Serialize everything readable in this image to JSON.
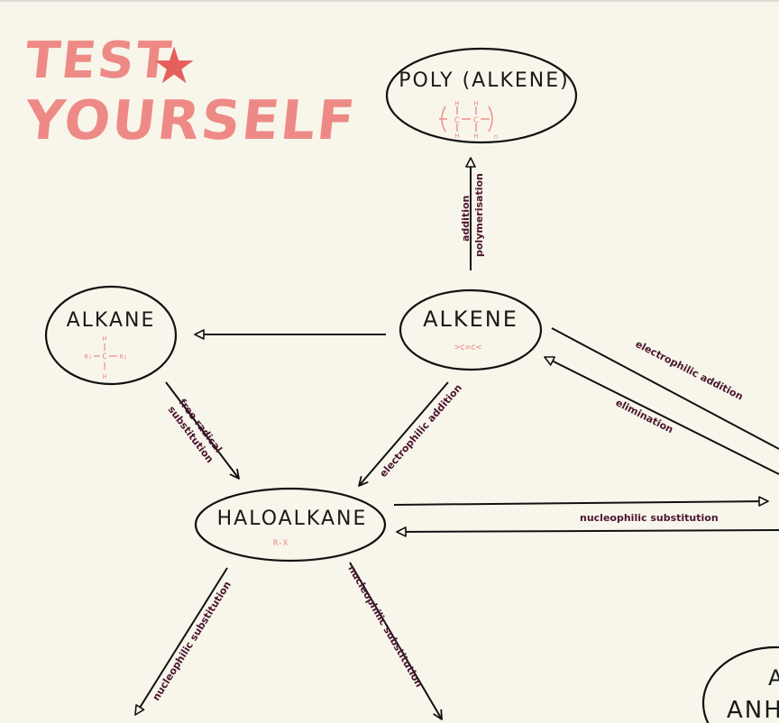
{
  "title": {
    "line1": "TEST",
    "line2": "YOURSELF",
    "star": "★"
  },
  "nodes": {
    "polyalkene": {
      "label": "POLY (ALKENE)"
    },
    "alkane": {
      "label": "ALKANE",
      "formula_center": "C",
      "formula_left": "R₁",
      "formula_right": "R₂",
      "formula_top": "H",
      "formula_bottom": "H"
    },
    "alkene": {
      "label": "ALKENE",
      "formula": ">c=c<"
    },
    "haloalkane": {
      "label": "HALOALKANE",
      "formula": "R-X"
    },
    "partial_bottom_right": {
      "label_top": "A",
      "label_bottom": "ANH"
    }
  },
  "edges": {
    "addition_polymerisation": {
      "line1": "addition",
      "line2": "polymerisation"
    },
    "free_radical_substitution": {
      "line1": "free radical",
      "line2": "substitution"
    },
    "alkene_to_haloalkane": {
      "label": "electrophilic addition"
    },
    "alkene_right_electrophilic": {
      "label": "electrophilic addition"
    },
    "elimination": {
      "label": "elimination"
    },
    "haloalkane_right": {
      "label": "nucleophilic substitution"
    },
    "haloalkane_down_left": {
      "label": "nucleophilic substitution"
    },
    "haloalkane_down_right": {
      "label": "nucleophilic substitution"
    }
  },
  "colors": {
    "title": "#ee8a86",
    "star": "#e55f5c",
    "edge_label": "#4a1630",
    "formula": "#ee8a86",
    "background": "#f8f5ea"
  }
}
